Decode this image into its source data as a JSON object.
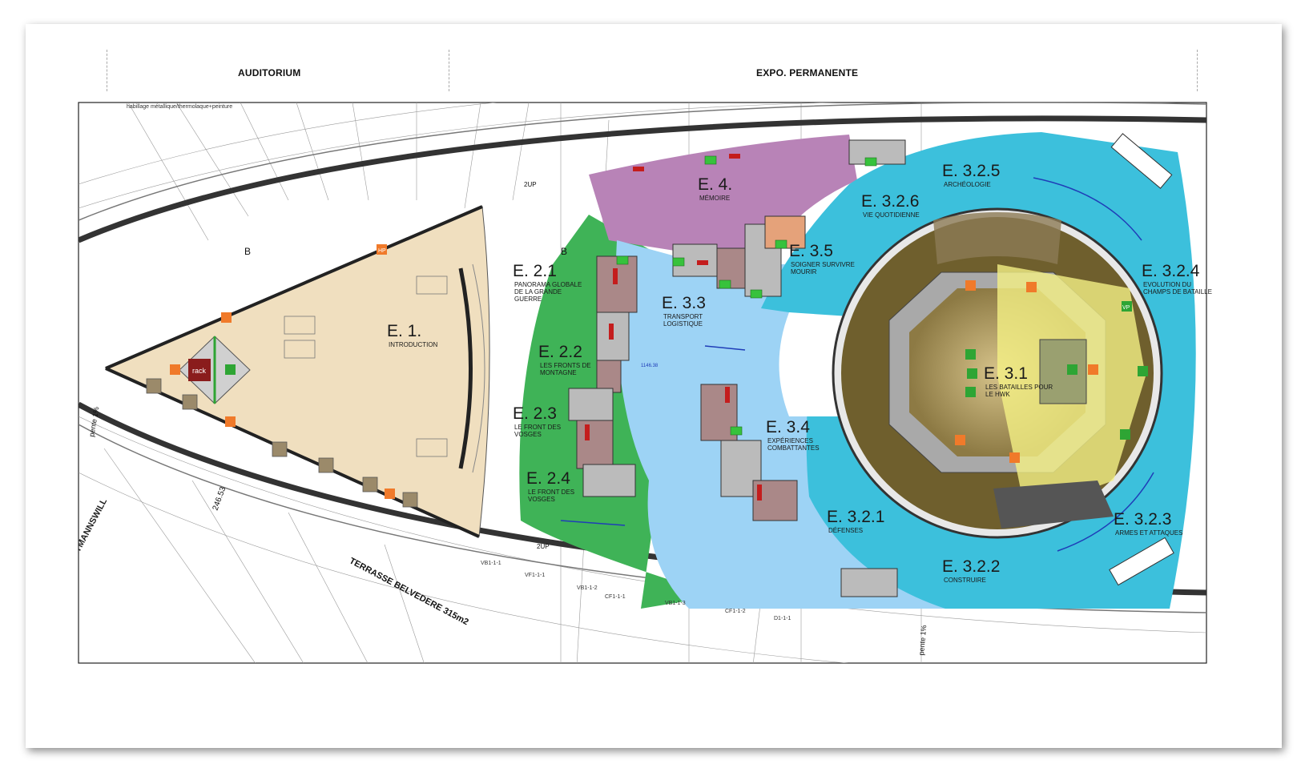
{
  "headers": {
    "left": "AUDITORIUM",
    "right": "EXPO. PERMANENTE"
  },
  "colors": {
    "intro": "#f0dfbf",
    "green": "#3fb357",
    "purple": "#b883b7",
    "lightblue": "#9dd3f5",
    "cyan": "#3cc0dc",
    "lines": "#6c6c6c",
    "wall": "#3b3b3b",
    "hp": "#f07a2a",
    "vp": "#2ea534",
    "rack": "#8a1c1c"
  },
  "zones": [
    {
      "id": "E. 1.",
      "sub": "INTRODUCTION"
    },
    {
      "id": "E. 2.1",
      "sub": "PANORAMA GLOBALE DE LA GRANDE GUERRE"
    },
    {
      "id": "E. 2.2",
      "sub": "LES FRONTS DE MONTAGNE"
    },
    {
      "id": "E. 2.3",
      "sub": "LE FRONT DES VOSGES"
    },
    {
      "id": "E. 2.4",
      "sub": "LE FRONT DES VOSGES"
    },
    {
      "id": "E. 3.3",
      "sub": "TRANSPORT LOGISTIQUE"
    },
    {
      "id": "E. 3.4",
      "sub": "EXPÉRIENCES COMBATTANTES"
    },
    {
      "id": "E. 3.5",
      "sub": "SOIGNER SURVIVRE MOURIR"
    },
    {
      "id": "E. 4.",
      "sub": "MÉMOIRE"
    },
    {
      "id": "E. 3.1",
      "sub": "LES BATAILLES POUR LE HWK"
    },
    {
      "id": "E. 3.2.1",
      "sub": "DÉFENSES"
    },
    {
      "id": "E. 3.2.2",
      "sub": "CONSTRUIRE"
    },
    {
      "id": "E. 3.2.3",
      "sub": "ARMES ET ATTAQUES"
    },
    {
      "id": "E. 3.2.4",
      "sub": "EVOLUTION DU CHAMPS DE BATAILLE"
    },
    {
      "id": "E. 3.2.5",
      "sub": "ARCHÉOLOGIE"
    },
    {
      "id": "E. 3.2.6",
      "sub": "VIE QUOTIDIENNE"
    }
  ],
  "annotations": {
    "terrasse": "TERRASSE BELVEDERE 315m2",
    "street": "ND / HARTMANNSWILL",
    "pente_left": "pente 1%",
    "pente_right": "pente 1%",
    "rack": "rack",
    "hp": "HP",
    "vp": "VP",
    "dim": "246.53",
    "ngf": "1146.38",
    "updown": "2UP",
    "section": "B",
    "note_top": "habillage métallique/thermolaque+peinture",
    "walls": [
      "VB1-1-1",
      "VF1-1-1",
      "VB1-1-2",
      "CF1-1-1",
      "VB1-1-3",
      "CF1-1-2",
      "D1-1-1"
    ]
  }
}
